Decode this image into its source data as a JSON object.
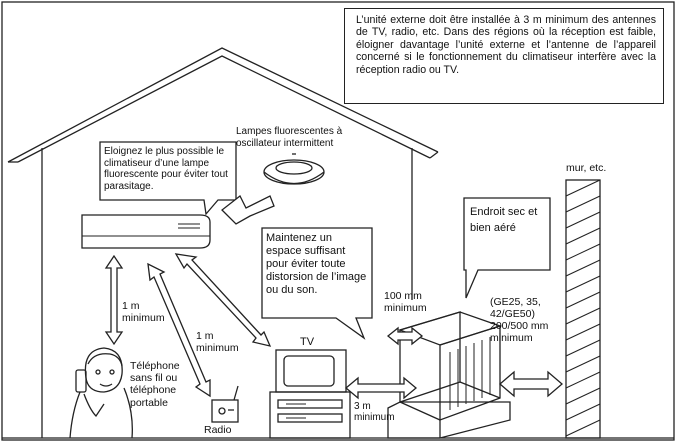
{
  "notes": {
    "top_right_note": "L’unité externe doit être installée à 3 m minimum des antennes de TV, radio, etc. Dans des régions où la réception est faible, éloigner davantage l’unité externe et l’antenne de l’appareil concerné si le fonctionnement du climatiseur interfère avec la réception radio ou TV.",
    "fluorescent_advice": "Eloignez le plus possible le climatiseur d’une lampe fluorescente pour éviter tout parasitage.",
    "lamps_label": "Lampes fluorescentes à oscillateur intermittent",
    "space_advice": "Maintenez un espace suffisant pour éviter toute distorsion de l’image ou du son.",
    "dry_place": "Endroit sec et bien aéré",
    "wall_label": "mur, etc.",
    "dist_phone": "1 m minimum",
    "dist_radio": "1 m minimum",
    "dist_100mm": "100 mm minimum",
    "dist_models": "(GE25, 35, 42/GE50) 200/500 mm minimum",
    "dist_3m": "3 m minimum",
    "tv_label": "TV",
    "radio_label": "Radio",
    "phone_label": "Téléphone sans fil ou téléphone portable"
  },
  "colors": {
    "line": "#222222",
    "background": "#ffffff",
    "hatch": "#333333"
  }
}
